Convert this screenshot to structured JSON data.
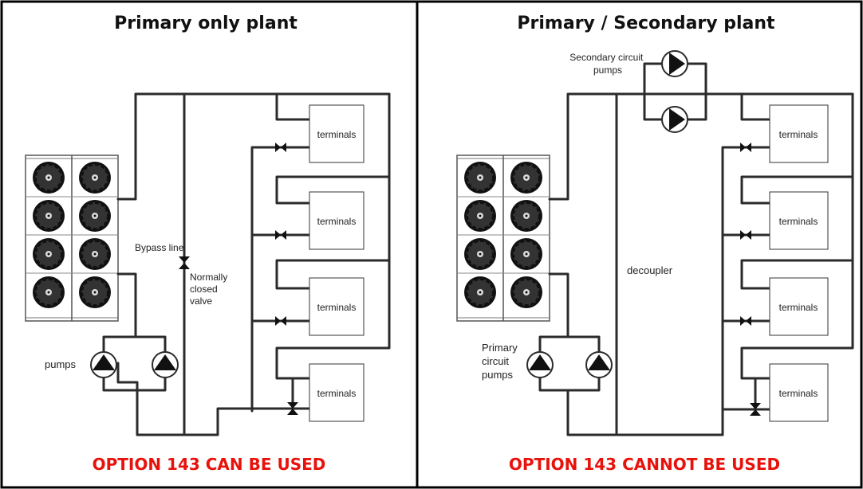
{
  "left_panel": {
    "title": "Primary only plant",
    "option_text": "OPTION 143 CAN BE USED",
    "bypass_label": "Bypass line",
    "valve_label": [
      "Normally",
      "closed",
      "valve"
    ],
    "pumps_label": "pumps",
    "terminal_label": "terminals"
  },
  "right_panel": {
    "title": "Primary / Secondary plant",
    "option_text": "OPTION 143 CANNOT BE USED",
    "secondary_pumps_label": [
      "Secondary circuit",
      "pumps"
    ],
    "primary_pumps_label": [
      "Primary",
      "circuit",
      "pumps"
    ],
    "decoupler_label": "decoupler",
    "terminal_label": "terminals"
  },
  "colors": {
    "warning": "#e8120c",
    "pipe": "#2b2b2b"
  }
}
